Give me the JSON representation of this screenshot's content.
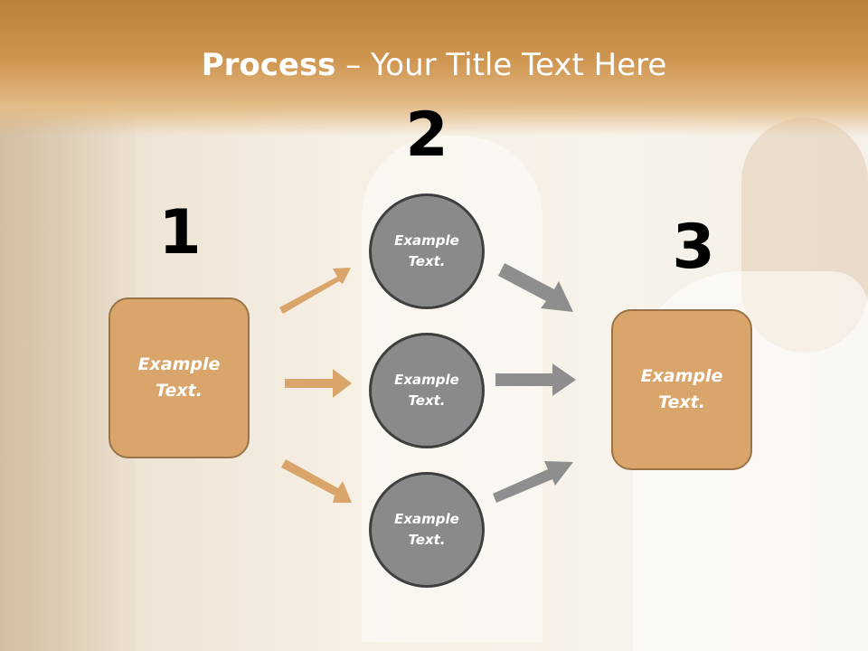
{
  "slide": {
    "title_bold": "Process",
    "title_rest": " – Your Title Text Here",
    "steps": [
      "1",
      "2",
      "3"
    ],
    "left_box_text": "Example\nText.",
    "right_box_text": "Example\nText.",
    "circles": [
      "Example\nText.",
      "Example\nText.",
      "Example\nText."
    ]
  },
  "colors": {
    "header": "#c98f4a",
    "box_fill": "#d9a56a",
    "box_border": "#9a7448",
    "circle_fill": "#8a8a8a",
    "circle_border": "#3f3f3f",
    "arrow_orange": "#d9a56a",
    "arrow_gray": "#8e8e8e"
  }
}
